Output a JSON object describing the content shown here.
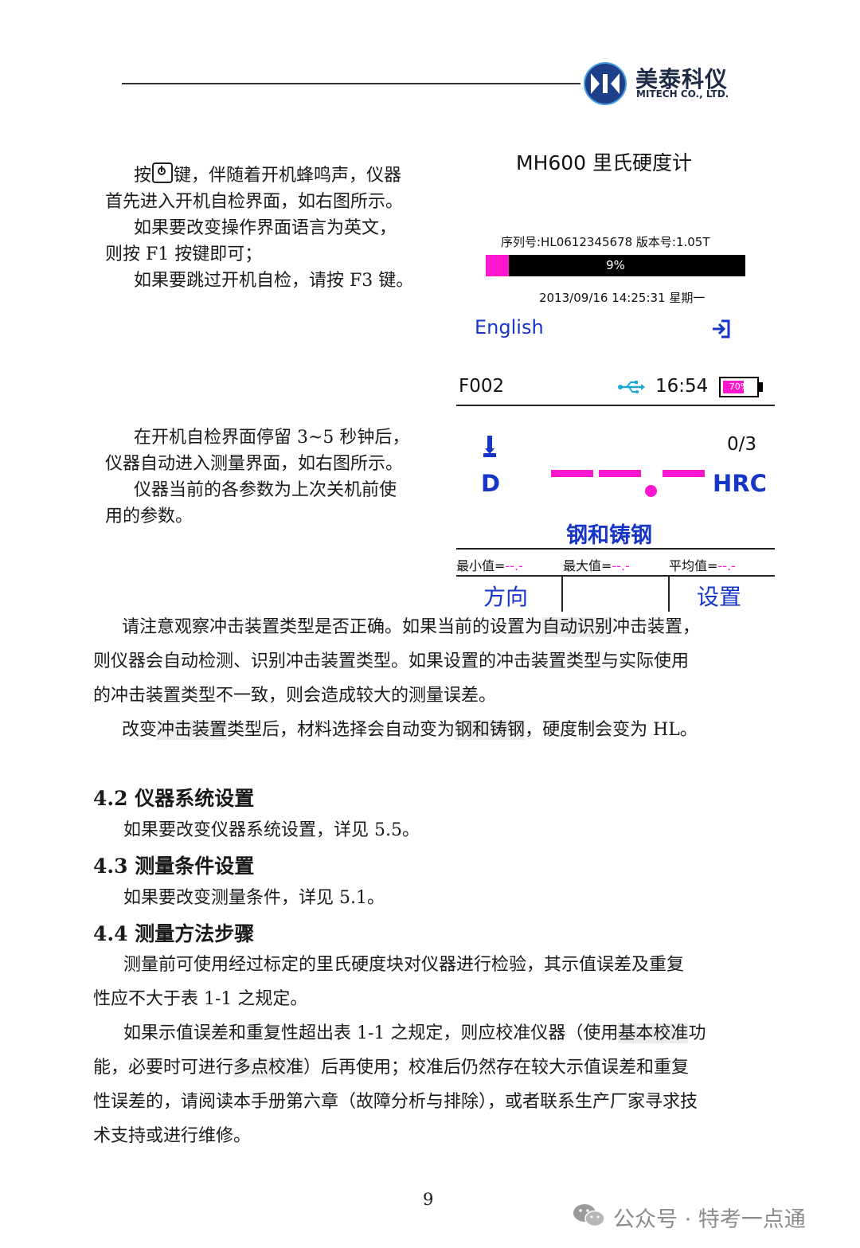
{
  "header": {
    "logo_cn": "美泰科仪",
    "logo_en": "MITECH CO., LTD."
  },
  "intro": {
    "line1_pre": "按",
    "line1_post": "键，伴随着开机蜂鸣声，仪器",
    "line2": "首先进入开机自检界面，如右图所示。",
    "line3": "如果要改变操作界面语言为英文，",
    "line4": "则按 F1 按键即可；",
    "line5": "如果要跳过开机自检，请按 F3 键。"
  },
  "startup_screen": {
    "title": "MH600  里氏硬度计",
    "serial": "序列号:HL0612345678  版本号:1.05T",
    "progress_label": "9%",
    "progress_value": 0.09,
    "datetime": "2013/09/16 14:25:31 星期一",
    "lang_button": "English",
    "skip_icon": "enter-icon"
  },
  "measure_text": {
    "line1": "在开机自检界面停留 3~5 秒钟后，",
    "line2": "仪器自动进入测量界面，如右图所示。",
    "line3": "仪器当前的各参数为上次关机前使",
    "line4": "用的参数。"
  },
  "measure_screen": {
    "file": "F002",
    "time": "16:54",
    "battery_label": "70%",
    "battery_value": 0.7,
    "count": "0/3",
    "probe": "D",
    "scale": "HRC",
    "material": "钢和铸钢",
    "min_label": "最小值=",
    "min_val": "--.-",
    "max_label": "最大值=",
    "max_val": "--.-",
    "avg_label": "平均值=",
    "avg_val": "--.-",
    "left_softkey": "方向",
    "middle_softkey": "",
    "right_softkey": "设置",
    "usb_icon": "usb-icon",
    "direction_icon": "probe-down-icon"
  },
  "notes": {
    "p1_a": "请注意观察冲击装置类型是否正确。如果当前的设置为",
    "p1_hl": "自动识别",
    "p1_b": "冲击装置，",
    "p1_line2": "则仪器会自动检测、识别冲击装置类型。如果设置的冲击装置类型与实际使用",
    "p1_line3": "的冲击装置类型不一致，则会造成较大的测量误差。",
    "p2_a": "改变",
    "p2_hl1": "冲击装置",
    "p2_b": "类型后，材料选择会自动变为",
    "p2_hl2": "钢和铸钢",
    "p2_c": "，硬度制会变为 HL。"
  },
  "sections": {
    "s42_title": "4.2 仪器系统设置",
    "s42_text": "如果要改变仪器系统设置，详见 5.5。",
    "s43_title": "4.3 测量条件设置",
    "s43_text": "如果要改变测量条件，详见 5.1。",
    "s44_title": "4.4  测量方法步骤",
    "s44_p1_line1": "测量前可使用经过标定的里氏硬度块对仪器进行检验，其示值误差及重复",
    "s44_p1_line2": "性应不大于表 1-1 之规定。",
    "s44_p2_line1_a": "如果示值误差和重复性超出表 1-1 之规定，则应校准仪器（使用",
    "s44_p2_line1_hl": "基本校准",
    "s44_p2_line1_b": "功",
    "s44_p2_line2_a": "能，必要时可进行",
    "s44_p2_line2_hl": "多点校准",
    "s44_p2_line2_b": "）后再使用；校准后仍然存在较大示值误差和重复",
    "s44_p2_line3": "性误差的，请阅读本手册第六章（故障分析与排除），或者联系生产厂家寻求技",
    "s44_p2_line4": "术支持或进行维修。"
  },
  "footer": {
    "page": "9",
    "watermark": "公众号 · 特考一点通"
  },
  "colors": {
    "accent_pink": "#ff17d0",
    "label_blue": "#1736c8"
  }
}
